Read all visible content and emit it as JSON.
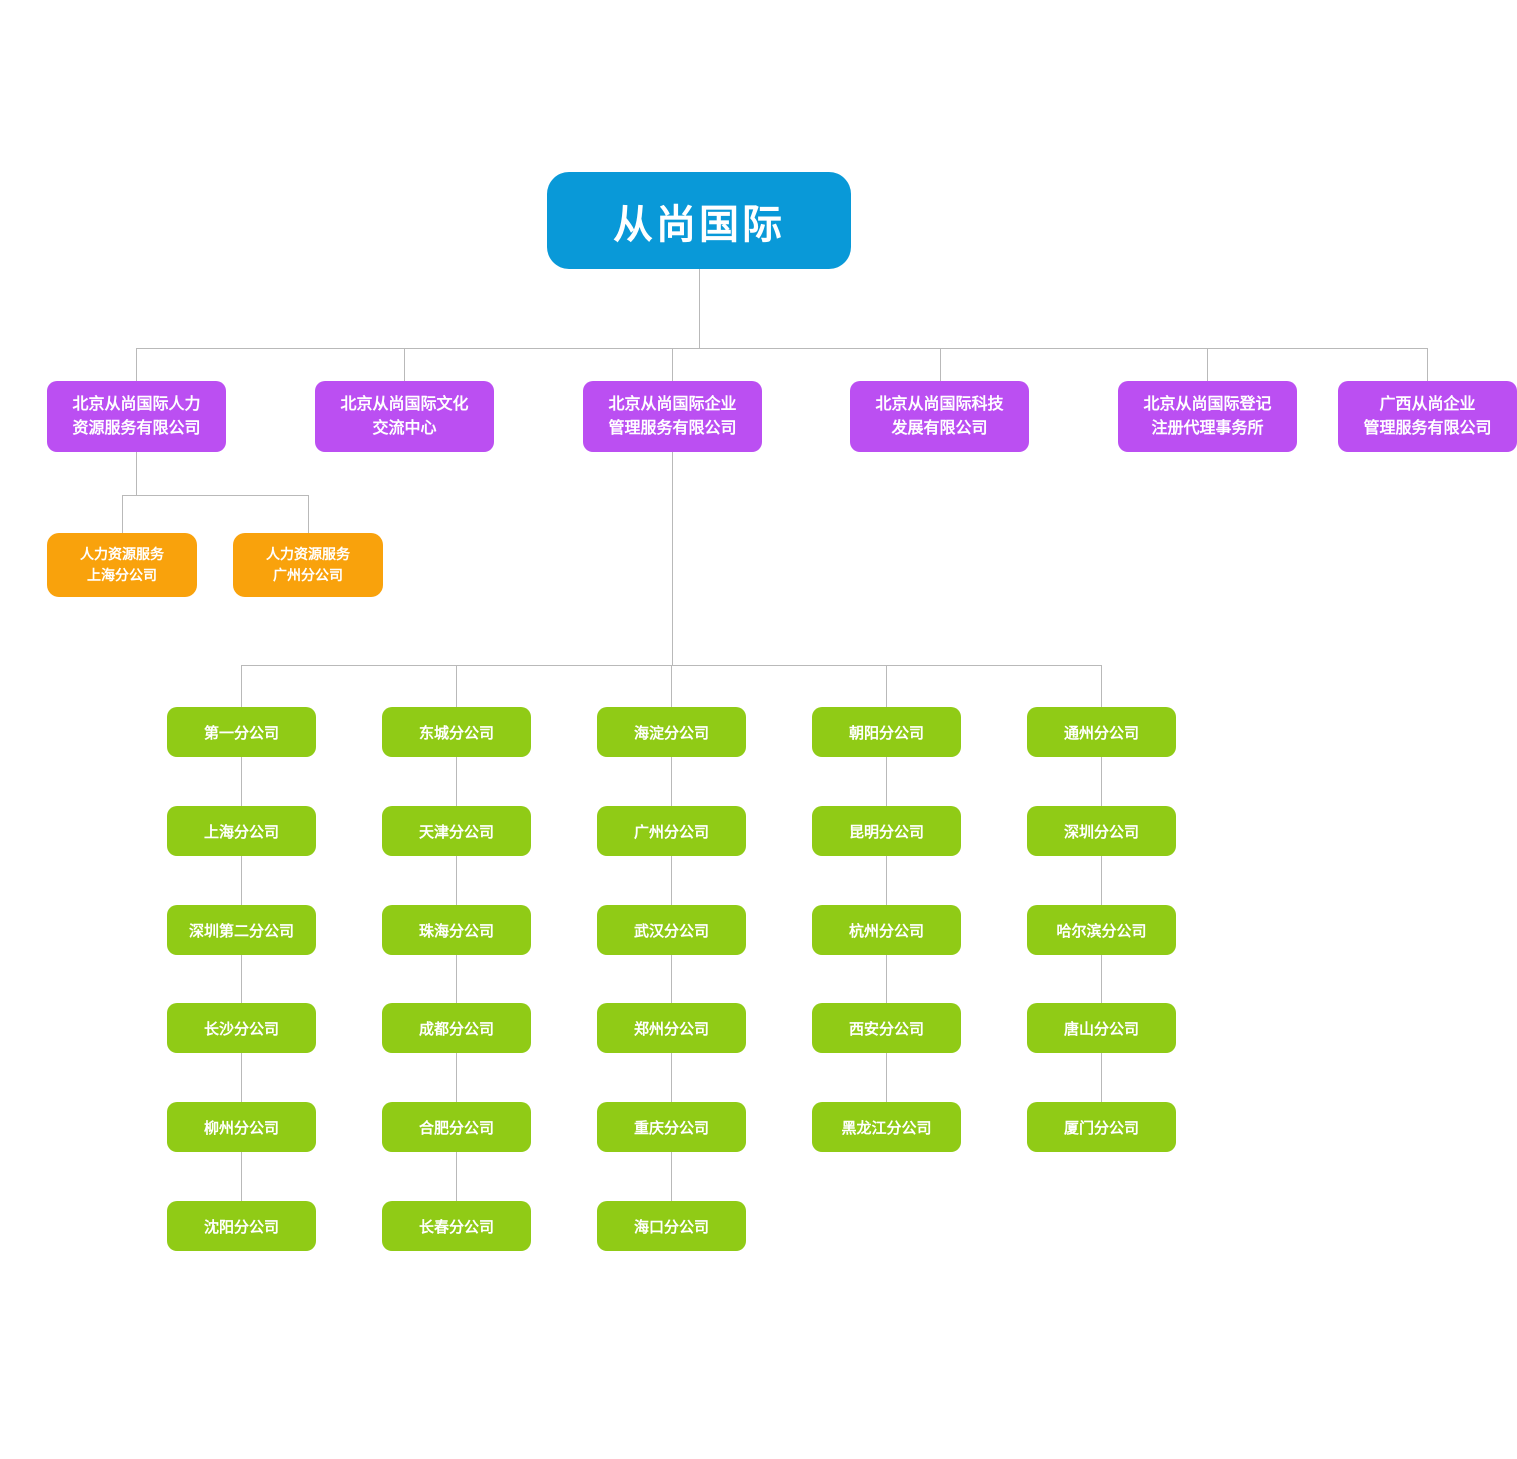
{
  "root": {
    "label": "从尚国际"
  },
  "subsidiaries": [
    {
      "label": "北京从尚国际人力\n资源服务有限公司"
    },
    {
      "label": "北京从尚国际文化\n交流中心"
    },
    {
      "label": "北京从尚国际企业\n管理服务有限公司"
    },
    {
      "label": "北京从尚国际科技\n发展有限公司"
    },
    {
      "label": "北京从尚国际登记\n注册代理事务所"
    },
    {
      "label": "广西从尚企业\n管理服务有限公司"
    }
  ],
  "hr_branches": [
    {
      "label": "人力资源服务\n上海分公司"
    },
    {
      "label": "人力资源服务\n广州分公司"
    }
  ],
  "city_branch_columns": [
    {
      "items": [
        "第一分公司",
        "上海分公司",
        "深圳第二分公司",
        "长沙分公司",
        "柳州分公司",
        "沈阳分公司"
      ]
    },
    {
      "items": [
        "东城分公司",
        "天津分公司",
        "珠海分公司",
        "成都分公司",
        "合肥分公司",
        "长春分公司"
      ]
    },
    {
      "items": [
        "海淀分公司",
        "广州分公司",
        "武汉分公司",
        "郑州分公司",
        "重庆分公司",
        "海口分公司"
      ]
    },
    {
      "items": [
        "朝阳分公司",
        "昆明分公司",
        "杭州分公司",
        "西安分公司",
        "黑龙江分公司"
      ]
    },
    {
      "items": [
        "通州分公司",
        "深圳分公司",
        "哈尔滨分公司",
        "唐山分公司",
        "厦门分公司"
      ]
    }
  ],
  "colors": {
    "root_box": "#0999d8",
    "subsidiary_box": "#bb4ff2",
    "hr_branch_box": "#f9a20c",
    "city_branch_box": "#90cb16",
    "connector": "#b9b9b9"
  }
}
